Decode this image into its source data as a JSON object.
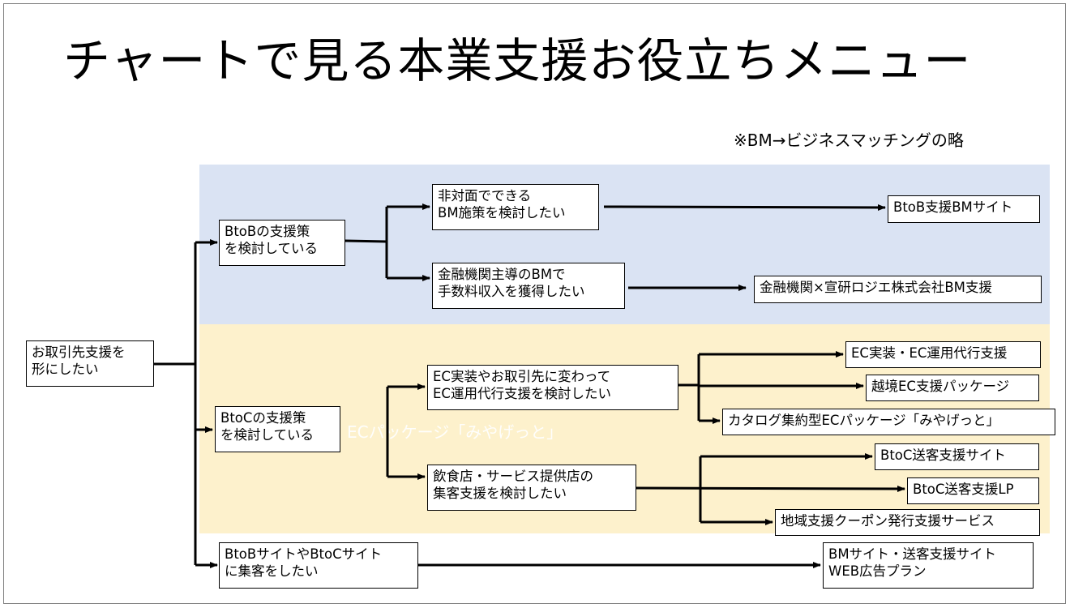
{
  "title": "チャートで見る本業支援お役立ちメニュー",
  "note": "※BM→ビジネスマッチングの略",
  "watermark": "ECパッケージ「みやげっと」",
  "nodes": {
    "root": [
      "お取引先支援を",
      "形にしたい"
    ],
    "btob": [
      "BtoBの支援策",
      "を検討している"
    ],
    "btob_nonface": [
      "非対面でできる",
      "BM施策を検討したい"
    ],
    "btob_fee": [
      "金融機関主導のBMで",
      "手数料収入を獲得したい"
    ],
    "btoc": [
      "BtoCの支援策",
      "を検討している"
    ],
    "btoc_ec": [
      "EC実装やお取引先に変わって",
      "EC運用代行支援を検討したい"
    ],
    "btoc_food": [
      "飲食店・サービス提供店の",
      "集客支援を検討したい"
    ],
    "site": [
      "BtoBサイトやBtoCサイト",
      "に集客をしたい"
    ]
  },
  "results": {
    "btob_bm_site": "BtoB支援BMサイト",
    "fin_bm": "金融機関×宣研ロジエ株式会社BM支援",
    "ec_impl": "EC実装・EC運用代行支援",
    "cross_border": "越境EC支援パッケージ",
    "catalog": "カタログ集約型ECパッケージ「みやげっと」",
    "btoc_site": "BtoC送客支援サイト",
    "btoc_lp": "BtoC送客支援LP",
    "coupon": "地域支援クーポン発行支援サービス",
    "web_ad": [
      "BMサイト・送客支援サイト",
      "WEB広告プラン"
    ]
  },
  "colors": {
    "btob_band": "#dae3f3",
    "btoc_band": "#fdf1cc",
    "line": "#000000"
  }
}
